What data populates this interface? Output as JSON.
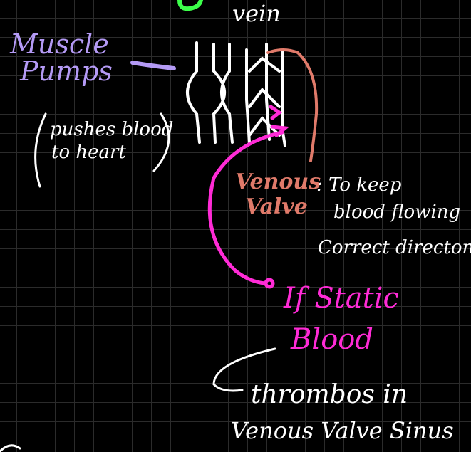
{
  "labels": {
    "vein": "vein",
    "muscle": "Muscle",
    "pumps": "Pumps",
    "pushes": "pushes blood",
    "to_heart": "to heart",
    "venous": "Venous",
    "valve": "Valve",
    "to_keep": ": To keep",
    "blood_flowing": "blood flowing",
    "correct_direction": "Correct directon",
    "if_static": "If Static",
    "blood": "Blood",
    "thrombos_in": "thrombos in",
    "venous_valve_sinus": "Venous Valve Sinus"
  },
  "colors": {
    "background": "#000000",
    "grid": "#2b2b2b",
    "white_ink": "#ffffff",
    "purple_ink": "#b49af5",
    "salmon_ink": "#e07a6a",
    "magenta_ink": "#ff2bd6",
    "green_ink": "#3cff4a"
  }
}
